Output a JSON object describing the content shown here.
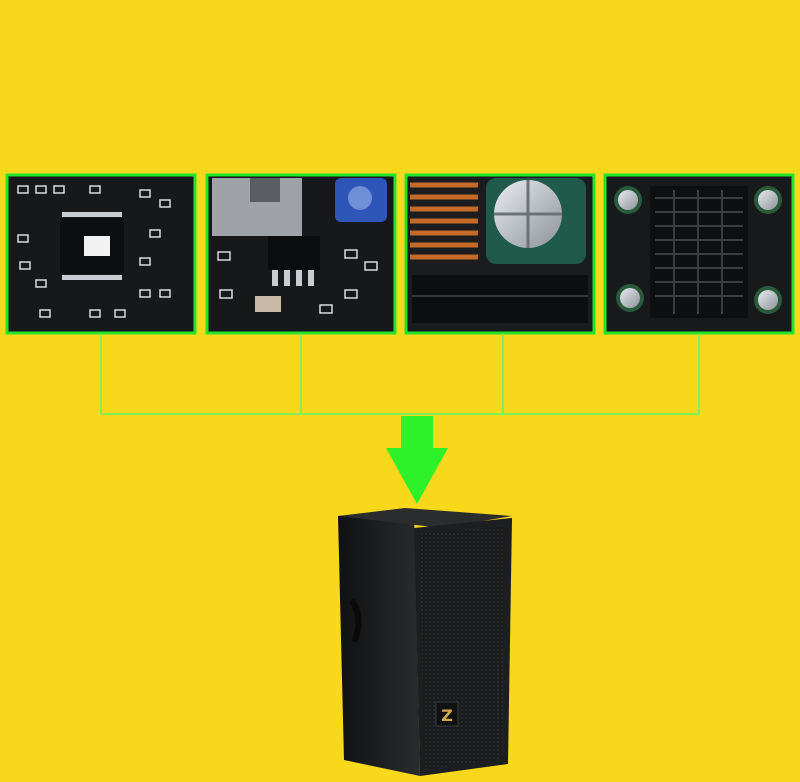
{
  "colors": {
    "background": "#f8d81a",
    "frame": "#22e52b",
    "connector": "#7ff05a",
    "arrow": "#2df22a",
    "pcb": "#16181a",
    "speaker": "#1d1e20"
  },
  "panels": [
    {
      "name": "amplifier-chip-closeup",
      "subject": "ic-chip"
    },
    {
      "name": "switch-and-potentiometer-closeup",
      "subject": "switch"
    },
    {
      "name": "inductor-and-capacitor-closeup",
      "subject": "capacitor"
    },
    {
      "name": "heatsink-closeup",
      "subject": "heatsink"
    }
  ],
  "speaker": {
    "logo": "Z"
  }
}
